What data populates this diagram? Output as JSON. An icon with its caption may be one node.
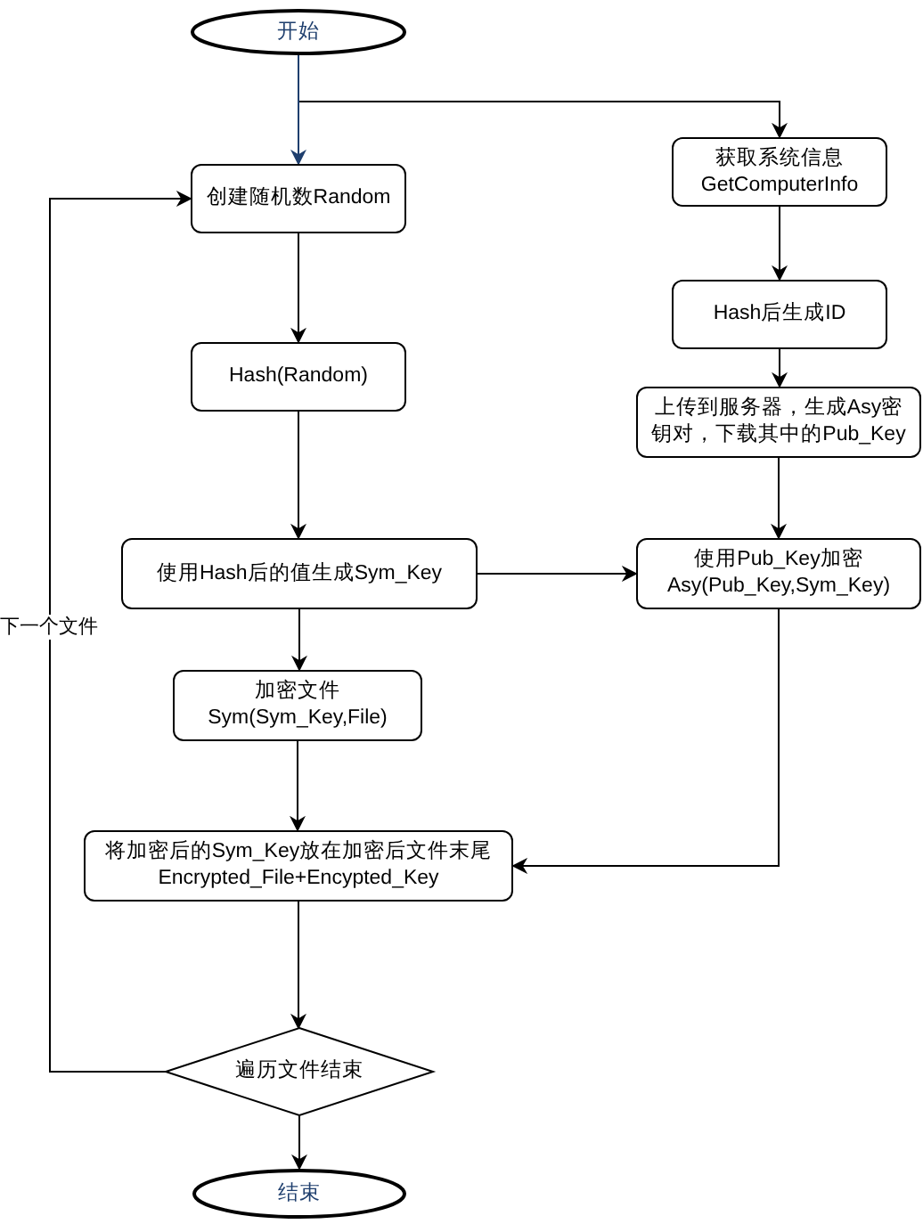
{
  "diagram": {
    "nodes": [
      {
        "text": [
          "开始"
        ]
      },
      {
        "text": [
          "创建随机数Random"
        ]
      },
      {
        "text": [
          "Hash(Random)"
        ]
      },
      {
        "text": [
          "使用Hash后的值生成Sym_Key"
        ]
      },
      {
        "text": [
          "加密文件",
          "Sym(Sym_Key,File)"
        ]
      },
      {
        "text": [
          "将加密后的Sym_Key放在加密后文件末尾",
          "Encrypted_File+Encypted_Key"
        ]
      },
      {
        "text": [
          "遍历文件结束"
        ]
      },
      {
        "text": [
          "结束"
        ]
      },
      {
        "text": [
          "获取系统信息",
          "GetComputerInfo"
        ]
      },
      {
        "text": [
          "Hash后生成ID"
        ]
      },
      {
        "text": [
          "上传到服务器，生成Asy密钥对，下载其中的Pub_Key"
        ]
      },
      {
        "text": [
          "使用Pub_Key加密",
          "Asy(Pub_Key,Sym_Key)"
        ]
      }
    ],
    "edges": [
      {
        "from": 0,
        "to": 8,
        "arrow": "to"
      },
      {
        "from": 0,
        "to": 1,
        "arrow": "to",
        "color": "#1f3f6e"
      },
      {
        "from": 1,
        "to": 2,
        "arrow": "to"
      },
      {
        "from": 2,
        "to": 3,
        "arrow": "to"
      },
      {
        "from": 3,
        "to": 4,
        "arrow": "to"
      },
      {
        "from": 4,
        "to": 5,
        "arrow": "to"
      },
      {
        "from": 5,
        "to": 6,
        "arrow": "to"
      },
      {
        "from": 6,
        "to": 7,
        "arrow": "to"
      },
      {
        "from": 6,
        "to": 1,
        "arrow": "to",
        "label": "下一个文件"
      },
      {
        "from": 3,
        "to": 11,
        "arrow": "to"
      },
      {
        "from": 8,
        "to": 9,
        "arrow": "to"
      },
      {
        "from": 9,
        "to": 10,
        "arrow": "to"
      },
      {
        "from": 10,
        "to": 11,
        "arrow": "to"
      },
      {
        "from": 11,
        "to": 5,
        "arrow": "to"
      }
    ]
  }
}
